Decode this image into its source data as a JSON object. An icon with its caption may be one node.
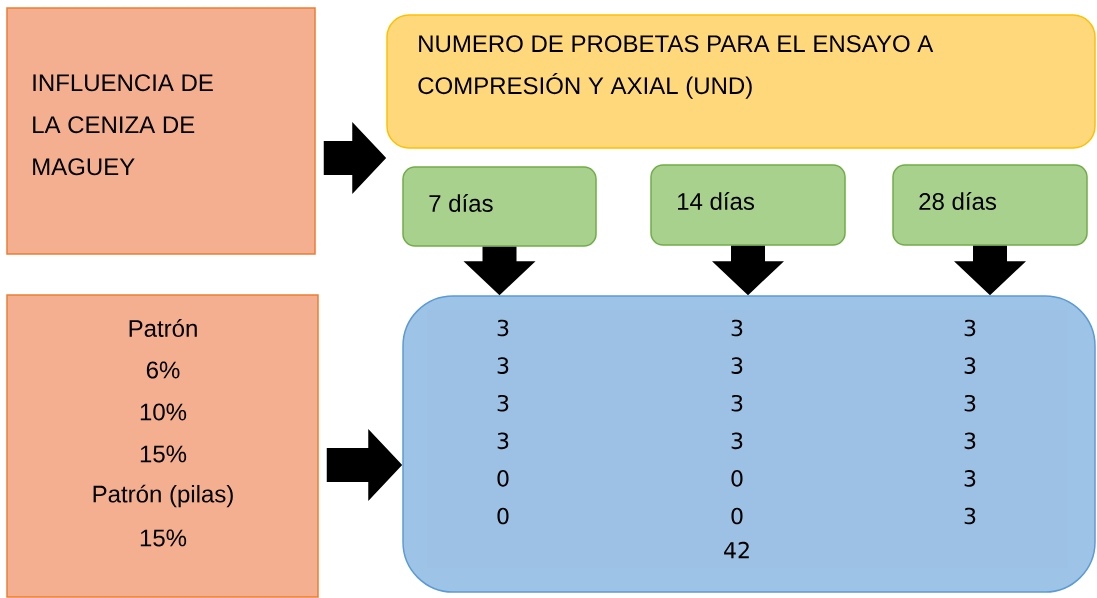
{
  "diagram": {
    "nodes": [
      {
        "text": [
          "INFLUENCIA DE LA CENIZA DE MAGUEY"
        ]
      },
      {
        "text": [
          "NUMERO DE PROBETAS PARA EL ENSAYO A COMPRESIÓN Y AXIAL (UND)"
        ]
      },
      {
        "text": [
          "7 días"
        ]
      },
      {
        "text": [
          "14 días"
        ]
      },
      {
        "text": [
          "28 días"
        ]
      },
      {
        "text": [
          "Patrón",
          "6%",
          "10%",
          "15%",
          "Patrón (pilas)",
          "15%"
        ]
      },
      {
        "text": [],
        "shape": "box"
      }
    ],
    "edges": [
      {
        "from": 0,
        "to": 1,
        "arrow": "to"
      },
      {
        "from": 2,
        "to": 6,
        "arrow": "to"
      },
      {
        "from": 3,
        "to": 6,
        "arrow": "to"
      },
      {
        "from": 4,
        "to": 6,
        "arrow": "to"
      },
      {
        "from": 5,
        "to": 6,
        "arrow": "to"
      }
    ],
    "labels": [
      "3",
      "3",
      "3",
      "3",
      "3",
      "3",
      "3",
      "3",
      "3",
      "3",
      "3",
      "3",
      "0",
      "0",
      "3",
      "0",
      "0",
      "3",
      "42"
    ]
  }
}
